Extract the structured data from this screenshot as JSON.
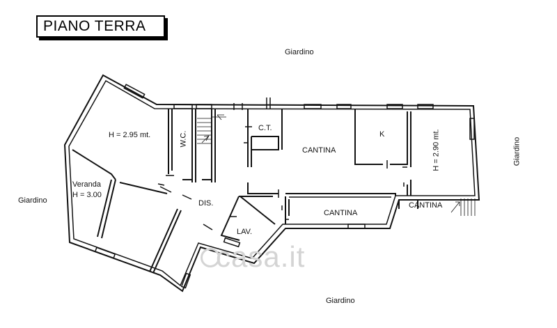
{
  "title": "PIANO TERRA",
  "garden": {
    "top": "Giardino",
    "left": "Giardino",
    "right": "Giardino",
    "bottom": "Giardino"
  },
  "rooms": {
    "room_left": "H = 2.95 mt.",
    "wc": "W.C.",
    "ct": "C.T.",
    "cantina_main": "CANTINA",
    "kitchen": "K",
    "room_right": "H = 2.90 mt.",
    "veranda": "Veranda",
    "veranda_height": "H = 3.00",
    "dis": "DIS.",
    "lav": "LAV.",
    "cantina_lower": "CANTINA",
    "cantina_right": "CANTINA"
  },
  "watermark": "casa.it"
}
